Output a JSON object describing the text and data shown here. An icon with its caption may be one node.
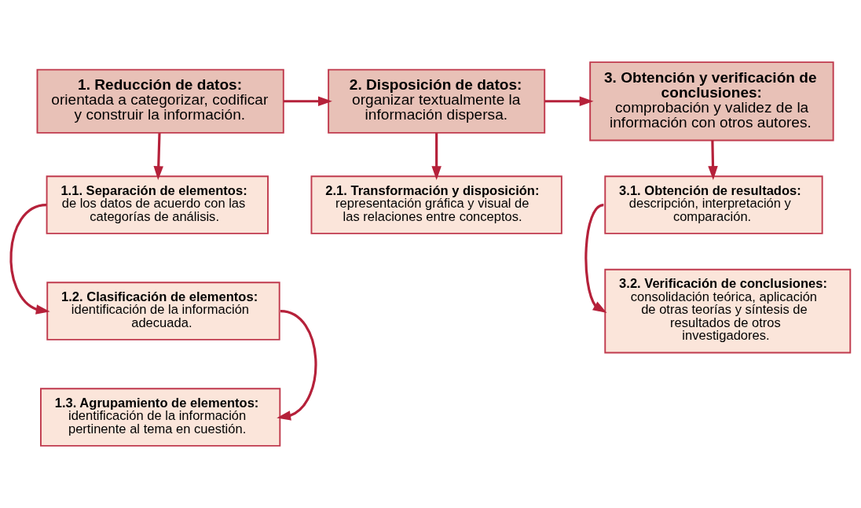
{
  "diagram": {
    "nodes": [
      {
        "text": [
          "1. Reducción de datos:",
          "orientada a categorizar, codificar y construir la información."
        ]
      },
      {
        "text": [
          "2. Disposición de datos:",
          "organizar textualmente la información dispersa."
        ]
      },
      {
        "text": [
          "3. Obtención y verificación de conclusiones:",
          "comprobación y validez de la información con otros autores."
        ]
      },
      {
        "text": [
          "1.1. Separación de elementos:",
          "de los datos de acuerdo con las categorías de análisis."
        ]
      },
      {
        "text": [
          "1.2. Clasificación de elementos:",
          "identificación de la información adecuada."
        ]
      },
      {
        "text": [
          "1.3. Agrupamiento de elementos:",
          "identificación de la información pertinente al tema en cuestión."
        ]
      },
      {
        "text": [
          "2.1. Transformación y disposición:",
          "representación gráfica y visual de las relaciones entre conceptos."
        ]
      },
      {
        "text": [
          "3.1. Obtención de resultados:",
          "descripción, interpretación y comparación."
        ]
      },
      {
        "text": [
          "3.2. Verificación de conclusiones:",
          "consolidación teórica, aplicación de otras teorías y síntesis de resultados de otros investigadores."
        ]
      }
    ],
    "edges": [
      {
        "from": 0,
        "to": 1,
        "arrow": "to"
      },
      {
        "from": 1,
        "to": 2,
        "arrow": "to"
      },
      {
        "from": 0,
        "to": 3,
        "arrow": "to"
      },
      {
        "from": 1,
        "to": 6,
        "arrow": "to"
      },
      {
        "from": 2,
        "to": 7,
        "arrow": "to"
      },
      {
        "from": 3,
        "to": 4,
        "arrow": "to"
      },
      {
        "from": 4,
        "to": 5,
        "arrow": "to"
      },
      {
        "from": 7,
        "to": 8,
        "arrow": "to"
      }
    ]
  }
}
